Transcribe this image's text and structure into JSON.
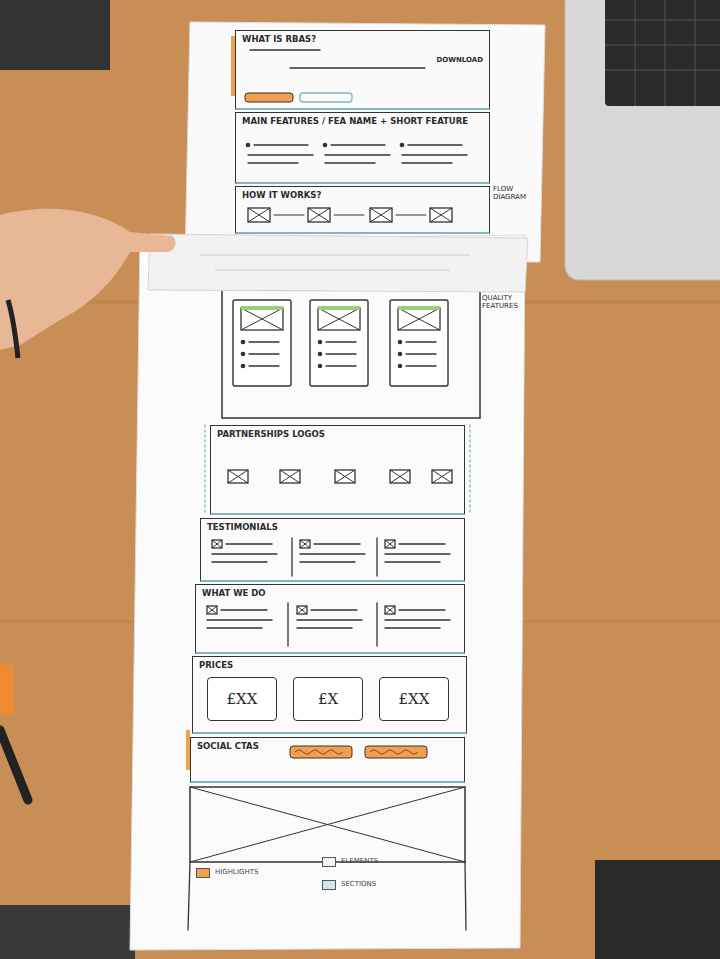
{
  "diagram": {
    "nodes": [
      {
        "text": [
          "WHAT IS RBAS?",
          "DOWNLOAD"
        ]
      },
      {
        "text": [
          "MAIN FEATURES / FEA NAME + SHORT FEATURE"
        ]
      },
      {
        "text": [
          "HOW IT WORKS?"
        ]
      },
      {
        "text": [
          "PARTNERSHIPS LOGOS"
        ]
      },
      {
        "text": [
          "TESTIMONIALS"
        ]
      },
      {
        "text": [
          "WHAT WE DO"
        ]
      },
      {
        "text": [
          "PRICES"
        ]
      },
      {
        "text": [
          "£XX"
        ],
        "in": 6
      },
      {
        "text": [
          "£X"
        ],
        "in": 6
      },
      {
        "text": [
          "£XX"
        ],
        "in": 6
      },
      {
        "text": [
          "SOCIAL CTAS"
        ]
      }
    ],
    "labels": [
      "FLOW DIAGRAM",
      "QUALITY FEATURES"
    ],
    "legend": [
      {
        "text": "HIGHLIGHTS",
        "color": "#f0a050"
      },
      {
        "text": "ELEMENTS",
        "color": "#f4f4f4"
      },
      {
        "text": "SECTIONS",
        "color": "#cfe6ea"
      }
    ]
  }
}
